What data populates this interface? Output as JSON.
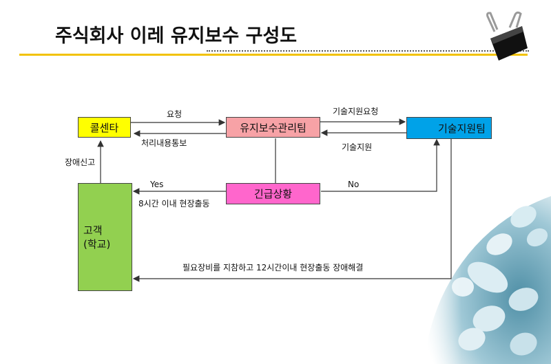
{
  "title": "주식회사 이레 유지보수 구성도",
  "colors": {
    "accent_yellow": "#F2C200",
    "callcenter": "#FFFF00",
    "maintenance": "#F7A2A6",
    "tech_team": "#00A2E8",
    "emergency": "#FF66CC",
    "customer": "#92D050"
  },
  "nodes": {
    "callcenter": "콜센타",
    "maintenance": "유지보수관리팀",
    "tech_team": "기술지원팀",
    "emergency": "긴급상황",
    "customer_line1": "고객",
    "customer_line2": "(학교)"
  },
  "edges": {
    "request": "요청",
    "process_notice": "처리내용통보",
    "tech_request": "기술지원요청",
    "tech_support": "기술지원",
    "report": "장애신고",
    "yes": "Yes",
    "onsite_8h": "8시간 이내 현장출동",
    "no": "No",
    "onsite_12h": "필요장비를 지참하고 12시간이내 현장출동 장애해결"
  },
  "icons": [
    "binder-clip-icon",
    "keypad-photo"
  ]
}
